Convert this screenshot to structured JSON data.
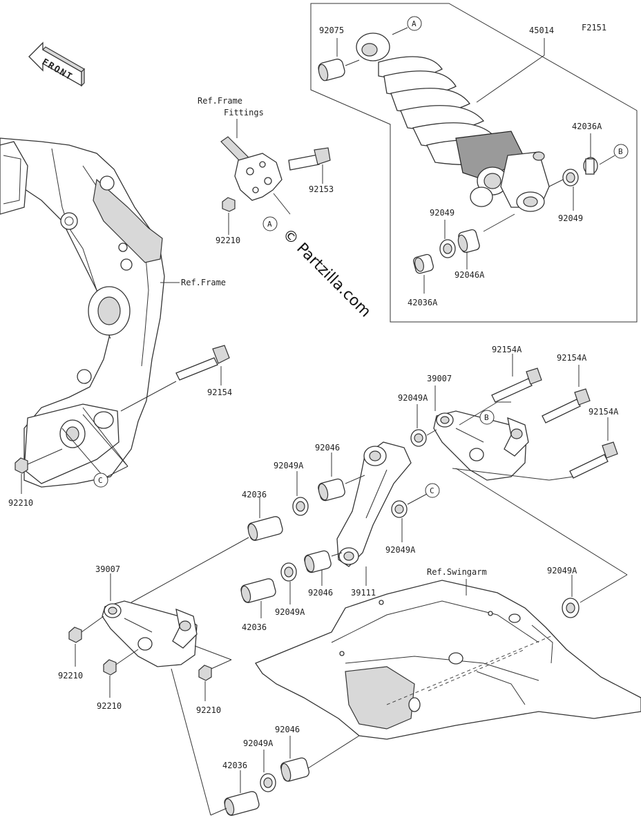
{
  "diagram": {
    "figure_code": "F2151",
    "watermark": "© Partzilla.com",
    "front_label": "FRONT",
    "ref_labels": {
      "frame_fittings_line1": "Ref.Frame",
      "frame_fittings_line2": "Fittings",
      "frame": "Ref.Frame",
      "swingarm": "Ref.Swingarm"
    },
    "callouts": {
      "a1": "A",
      "a2": "A",
      "b1": "B",
      "b2": "B",
      "c1": "C",
      "c2": "C"
    },
    "parts": {
      "p92075": "92075",
      "p45014": "45014",
      "p42036A_top": "42036A",
      "p92049_right": "92049",
      "p92049_mid": "92049",
      "p92046A": "92046A",
      "p42036A_bottom": "42036A",
      "p92153": "92153",
      "p92210_top": "92210",
      "p92154": "92154",
      "p92210_left": "92210",
      "p92154A_1": "92154A",
      "p92154A_2": "92154A",
      "p92154A_3": "92154A",
      "p39007_right": "39007",
      "p92049A_upper": "92049A",
      "p92046_upper": "92046",
      "p92049A_mid": "92049A",
      "p42036_upper": "42036",
      "p92049A_c": "92049A",
      "p39111": "39111",
      "p92046_mid": "92046",
      "p92049A_lower": "92049A",
      "p42036_mid": "42036",
      "p39007_left": "39007",
      "p92049A_right": "92049A",
      "p92210_a": "92210",
      "p92210_b": "92210",
      "p92210_c": "92210",
      "p92046_bottom": "92046",
      "p92049A_bottom": "92049A",
      "p42036_bottom": "42036"
    }
  }
}
